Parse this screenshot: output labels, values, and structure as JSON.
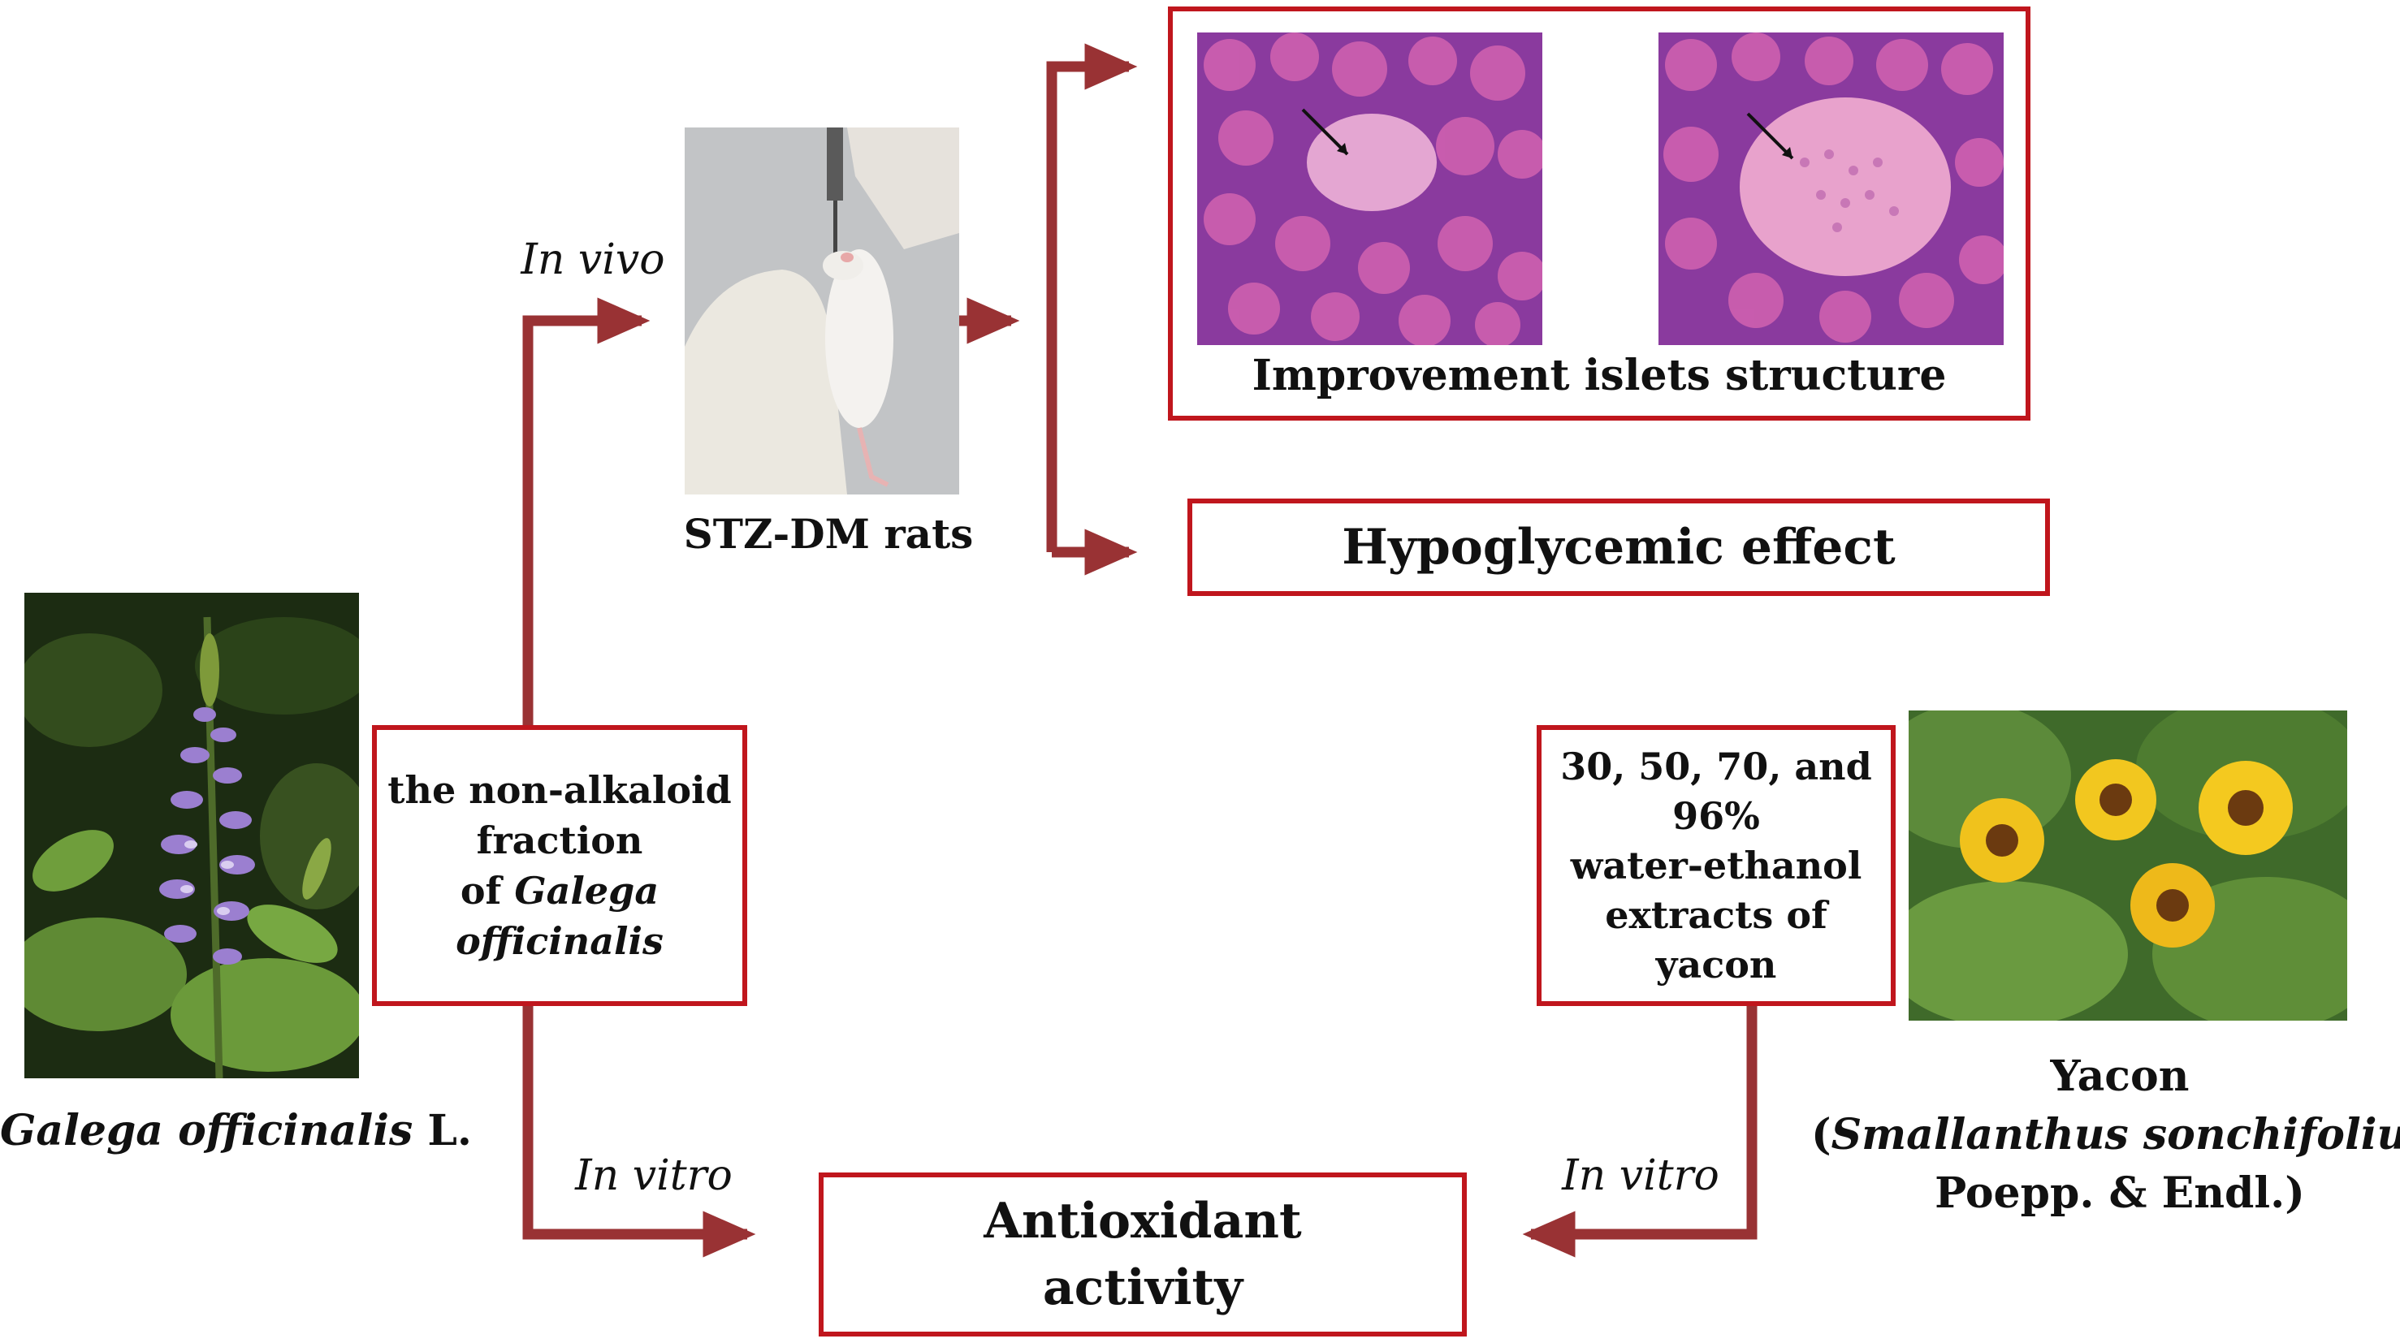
{
  "labels": {
    "in_vivo": "In vivo",
    "in_vitro_left": "In vitro",
    "in_vitro_right": "In vitro",
    "stz_rats": "STZ-DM rats",
    "galega_name_italic": "Galega officinalis",
    "galega_name_suffix": " L.",
    "yacon_title": "Yacon",
    "yacon_sci_open": "(",
    "yacon_sci_italic": "Smallanthus sonchifolius",
    "yacon_sci_rest": "Poepp. & Endl.)"
  },
  "boxes": {
    "islets_caption": "Improvement islets structure",
    "hypoglycemic": "Hypoglycemic effect",
    "antioxidant_line1": "Antioxidant",
    "antioxidant_line2": "activity",
    "galega_fraction_line1": "the non-alkaloid",
    "galega_fraction_line2": "fraction",
    "galega_fraction_line3_prefix": "of ",
    "galega_fraction_line3_italic": "Galega",
    "galega_fraction_line4_italic": "officinalis",
    "yacon_extract_line1": "30, 50, 70, and",
    "yacon_extract_line2": "96%",
    "yacon_extract_line3": "water-ethanol",
    "yacon_extract_line4": "extracts of",
    "yacon_extract_line5": "yacon"
  },
  "colors": {
    "arrow": "#993234",
    "box_border": "#c0161d"
  }
}
